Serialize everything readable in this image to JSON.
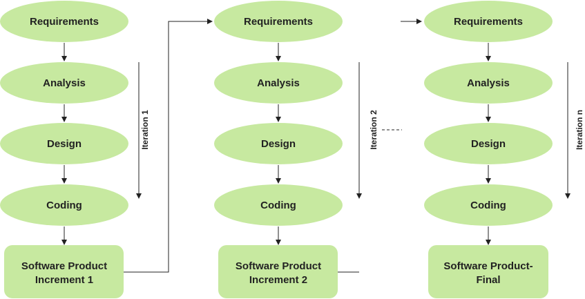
{
  "colors": {
    "node_fill": "#c7e9a0",
    "line": "#222222",
    "text": "#222222"
  },
  "columns": [
    {
      "stages": [
        "Requirements",
        "Analysis",
        "Design",
        "Coding"
      ],
      "product": [
        "Software Product",
        "Increment 1"
      ],
      "iteration": "Iteration 1"
    },
    {
      "stages": [
        "Requirements",
        "Analysis",
        "Design",
        "Coding"
      ],
      "product": [
        "Software Product",
        "Increment 2"
      ],
      "iteration": "Iteration 2"
    },
    {
      "stages": [
        "Requirements",
        "Analysis",
        "Design",
        "Coding"
      ],
      "product": [
        "Software Product-",
        "Final"
      ],
      "iteration": "Iteration n"
    }
  ]
}
